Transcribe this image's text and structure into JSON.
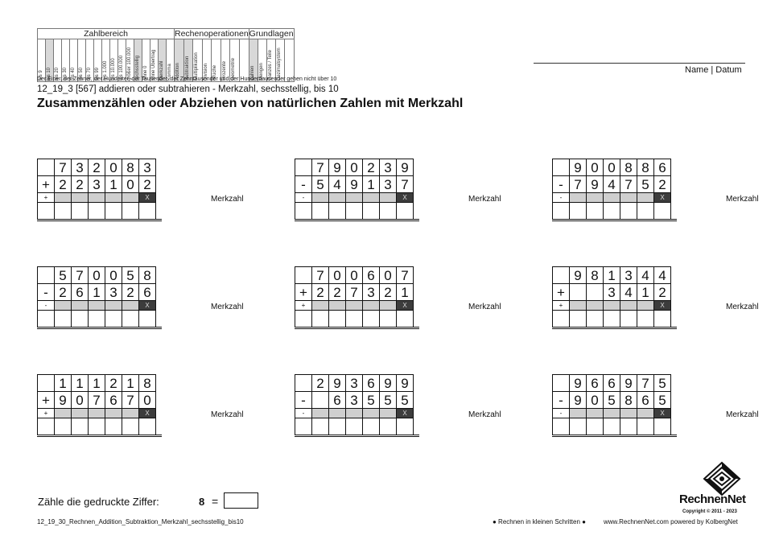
{
  "header": {
    "groups": [
      {
        "title": "Zahlbereich"
      },
      {
        "title": "Rechenoperationen"
      },
      {
        "title": "Grundlagen"
      }
    ],
    "zahlbereich_cols": [
      {
        "top": "9",
        "bottom": "bis",
        "shaded": false
      },
      {
        "top": "10",
        "bottom": "bis",
        "shaded": true
      },
      {
        "top": "20",
        "bottom": "bis",
        "shaded": false
      },
      {
        "top": "30",
        "bottom": "bis",
        "shaded": false
      },
      {
        "top": "40",
        "bottom": "bis",
        "shaded": false
      },
      {
        "top": "50",
        "bottom": "bis",
        "shaded": false
      },
      {
        "top": "70",
        "bottom": "bis",
        "shaded": false
      },
      {
        "top": "99",
        "bottom": "bis",
        "shaded": false
      },
      {
        "top": "1.000",
        "bottom": "bis",
        "shaded": false
      },
      {
        "top": "10.000",
        "bottom": "bis",
        "shaded": false
      },
      {
        "top": "100.000",
        "bottom": "bis",
        "shaded": false
      },
      {
        "top": "größer 100.000",
        "bottom": "",
        "shaded": false
      },
      {
        "top": "sechsstellig",
        "bottom": "",
        "shaded": true
      },
      {
        "top": "ohne 0",
        "bottom": "",
        "shaded": false
      },
      {
        "top": "ohne Übertrag",
        "bottom": "",
        "shaded": false
      },
      {
        "top": "Merkzahl",
        "bottom": "",
        "shaded": true
      },
      {
        "top": "Komma",
        "bottom": "",
        "shaded": false
      }
    ],
    "rechen_cols": [
      {
        "label": "Addition",
        "shaded": true
      },
      {
        "label": "Subtraktion",
        "shaded": true
      },
      {
        "label": "Multiplikation",
        "shaded": false
      },
      {
        "label": "Division",
        "shaded": false
      },
      {
        "label": "Brüche",
        "shaded": false
      },
      {
        "label": "Prozente",
        "shaded": false
      },
      {
        "label": "Geometrie",
        "shaded": false
      }
    ],
    "grund_cols": [
      {
        "label": "Zahlen",
        "shaded": true
      },
      {
        "label": "Mengen",
        "shaded": false
      },
      {
        "label": "Ganzes / Teile",
        "shaded": false
      },
      {
        "label": "Dezimalsystem",
        "shaded": false
      }
    ],
    "note": "Der Einer, der Zehner, der Hunderter, der Tausender, der Zehntausender und der Hunderttausender gehen nicht über 10",
    "name_datum": "Name | Datum"
  },
  "sheet": {
    "id_line": "12_19_3   [567]   addieren oder subtrahieren - Merkzahl, sechsstellig, bis 10",
    "title": "Zusammenzählen oder Abziehen von natürlichen Zahlen mit Merkzahl"
  },
  "merkzahl_label": "Merkzahl",
  "carry_mark": "X",
  "exercises": [
    {
      "op": "+",
      "top": [
        "7",
        "3",
        "2",
        "0",
        "8",
        "3"
      ],
      "bottom": [
        "2",
        "2",
        "3",
        "1",
        "0",
        "2"
      ]
    },
    {
      "op": "-",
      "top": [
        "7",
        "9",
        "0",
        "2",
        "3",
        "9"
      ],
      "bottom": [
        "5",
        "4",
        "9",
        "1",
        "3",
        "7"
      ]
    },
    {
      "op": "-",
      "top": [
        "9",
        "0",
        "0",
        "8",
        "8",
        "6"
      ],
      "bottom": [
        "7",
        "9",
        "4",
        "7",
        "5",
        "2"
      ]
    },
    {
      "op": "-",
      "top": [
        "5",
        "7",
        "0",
        "0",
        "5",
        "8"
      ],
      "bottom": [
        "2",
        "6",
        "1",
        "3",
        "2",
        "6"
      ]
    },
    {
      "op": "+",
      "top": [
        "7",
        "0",
        "0",
        "6",
        "0",
        "7"
      ],
      "bottom": [
        "2",
        "2",
        "7",
        "3",
        "2",
        "1"
      ]
    },
    {
      "op": "+",
      "top": [
        "9",
        "8",
        "1",
        "3",
        "4",
        "4"
      ],
      "bottom": [
        "",
        "",
        "3",
        "4",
        "1",
        "2"
      ]
    },
    {
      "op": "+",
      "top": [
        "1",
        "1",
        "1",
        "2",
        "1",
        "8"
      ],
      "bottom": [
        "9",
        "0",
        "7",
        "6",
        "7",
        "0"
      ]
    },
    {
      "op": "-",
      "top": [
        "2",
        "9",
        "3",
        "6",
        "9",
        "9"
      ],
      "bottom": [
        "",
        "6",
        "3",
        "5",
        "5",
        "5"
      ]
    },
    {
      "op": "-",
      "top": [
        "9",
        "6",
        "6",
        "9",
        "7",
        "5"
      ],
      "bottom": [
        "9",
        "0",
        "5",
        "8",
        "6",
        "5"
      ]
    }
  ],
  "count_task": {
    "label": "Zähle die gedruckte Ziffer:",
    "digit": "8",
    "equals": "="
  },
  "footer": {
    "filename": "12_19_30_Rechnen_Addition_Subtraktion_Merkzahl_sechsstellig_bis10",
    "slogan": "● Rechnen in kleinen Schritten ●",
    "website": "www.RechnenNet.com powered by KolbergNet",
    "logo_text": "RechnenNet",
    "copyright": "Copyright © 2011 - 2023"
  }
}
